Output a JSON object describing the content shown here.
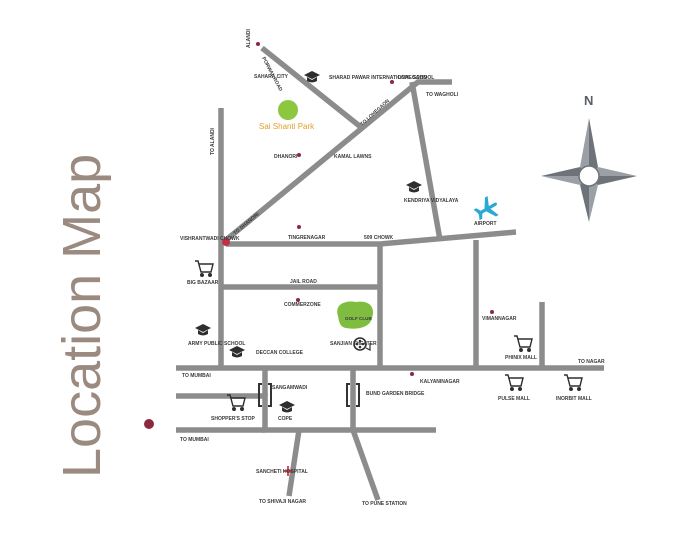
{
  "title": "Location Map",
  "compass": "N",
  "park": "Sai Shanti Park",
  "golf": "GOLF CLUB",
  "colors": {
    "road": "#8c8c8c",
    "dot": "#8b2a3c",
    "park": "#8dc63f",
    "golf": "#7ebd3f",
    "plane": "#2aa8d4",
    "hospital": "#d8232a",
    "title": "#9a8a80"
  },
  "labels": {
    "alandi": "ALANDI",
    "porwal_road": "PORWAL ROAD",
    "sahara_city": "SAHARA CITY",
    "sharad_pawar_school": "SHARAD PAWAR INTERNATIONAL SCHOOL",
    "lohegaon": "LOHEGAON",
    "to_wagholi": "TO WAGHOLI",
    "to_lohegaon": "TO LOHEGAON",
    "to_alandi": "TO ALANDI",
    "dhanori": "DHANORI",
    "kamal_lawns": "KAMAL LAWNS",
    "kendriya_vidyalaya": "KENDRIYA VIDYALAYA",
    "to_dhanori": "TO DHANORI",
    "tingrenagar": "TINGRENAGAR",
    "509_chowk": "509 CHOWK",
    "airport": "AIRPORT",
    "vishrantwadi_chowk": "VISHRANTWADI CHOWK",
    "big_bazaar": "BIG BAZAAR",
    "jail_road": "JAIL ROAD",
    "commerzone": "COMMERZONE",
    "viman_nagar": "VIMANNAGAR",
    "army_public_school": "ARMY PUBLIC SCHOOL",
    "deccan_college": "DECCAN COLLEGE",
    "sanjivani_theater": "SANJIAN THEATER",
    "phoenix_mall": "PHINIX MALL",
    "to_nagar": "TO NAGAR",
    "to_mumbai_1": "TO MUMBAI",
    "sangamwadi": "SANGAMWADI",
    "bund_garden_bridge": "BUND GARDEN BRIDGE",
    "kalyaninagar": "KALYANINAGAR",
    "pulse_mall": "PULSE MALL",
    "inorbit_mall": "INORBIT MALL",
    "shoppers_stop": "SHOPPER'S STOP",
    "cope": "COPE",
    "to_mumbai_2": "TO MUMBAI",
    "sancheti_hospital": "SANCHETI HOSPITAL",
    "to_shivaji_nagar": "TO SHIVAJI NAGAR",
    "to_pune_station": "TO PUNE STATION"
  },
  "icons": {
    "school": "graduation-cap-icon",
    "mall": "shopping-cart-icon",
    "airport": "airplane-icon",
    "theater": "film-reel-icon",
    "hospital": "hospital-cross-icon",
    "bridge": "bridge-icon",
    "compass": "compass-rose-icon",
    "location": "location-dot-icon"
  }
}
